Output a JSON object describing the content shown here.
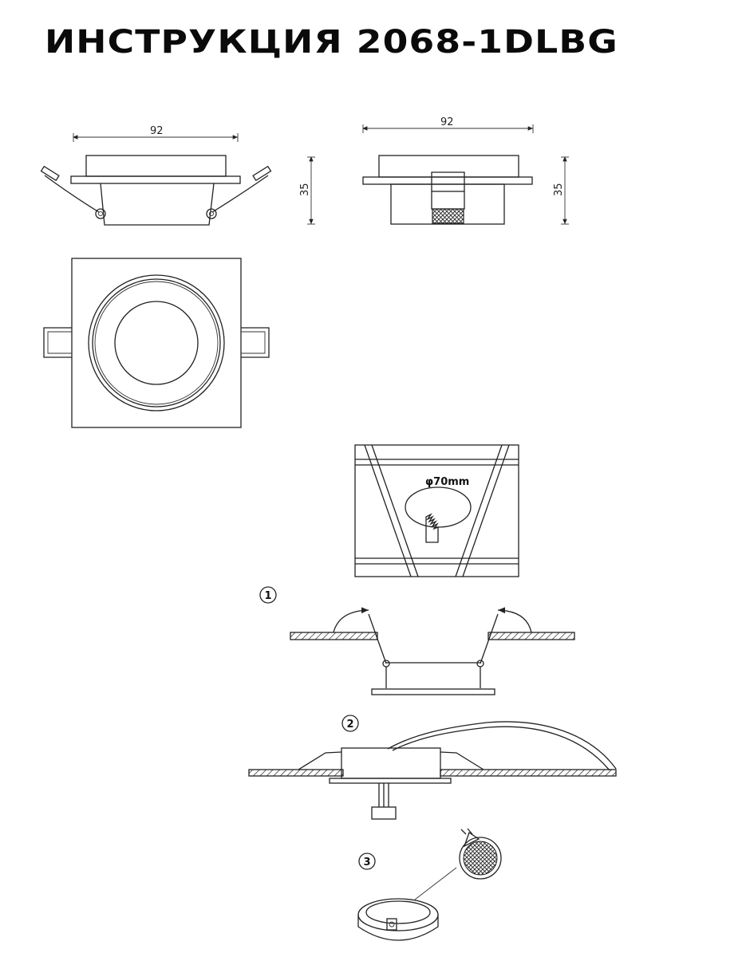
{
  "title": "ИНСТРУКЦИЯ 2068-1DLBG",
  "dimensions": {
    "front_width": "92",
    "side_width": "92",
    "front_height": "35",
    "side_height": "35"
  },
  "cutout": {
    "label": "φ70mm"
  },
  "steps": [
    "1",
    "2",
    "3"
  ]
}
